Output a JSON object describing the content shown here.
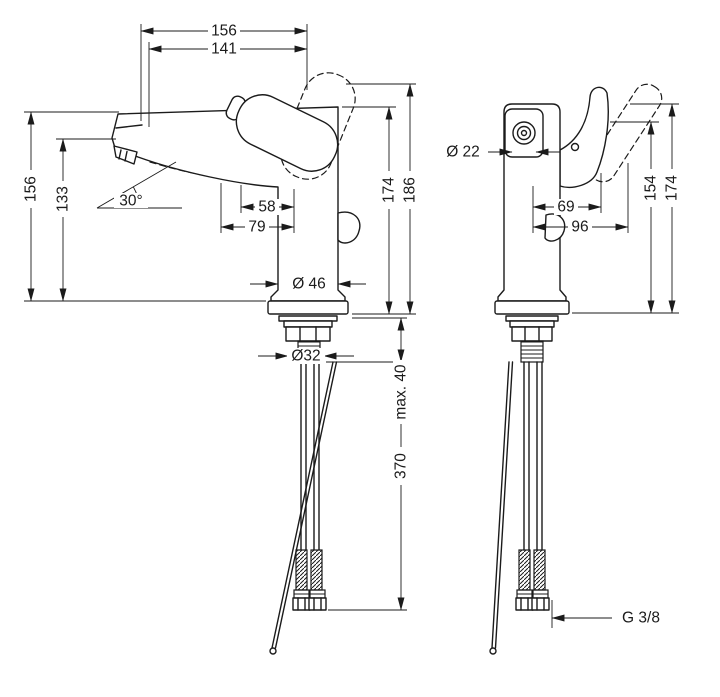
{
  "meta": {
    "background_color": "#ffffff",
    "line_color": "#1b1b1b",
    "drawing_kind": "faucet dimensional drawing, side and front views"
  },
  "side_view": {
    "dims": {
      "reach_overall": "156",
      "reach_spout": "141",
      "height_spout_tip": "156",
      "height_outlet": "133",
      "spray_angle": "30°",
      "dist_58": "58",
      "dist_79": "79",
      "base_diameter": "Ø 46",
      "hole_diameter": "Ø32",
      "height_174": "174",
      "height_186": "186",
      "mounting_thickness": "max. 40",
      "hose_length": "370"
    }
  },
  "front_view": {
    "dims": {
      "aerator_diameter": "Ø 22",
      "dist_69": "69",
      "dist_96": "96",
      "height_154": "154",
      "height_174": "174",
      "connection_thread": "G 3/8"
    }
  }
}
